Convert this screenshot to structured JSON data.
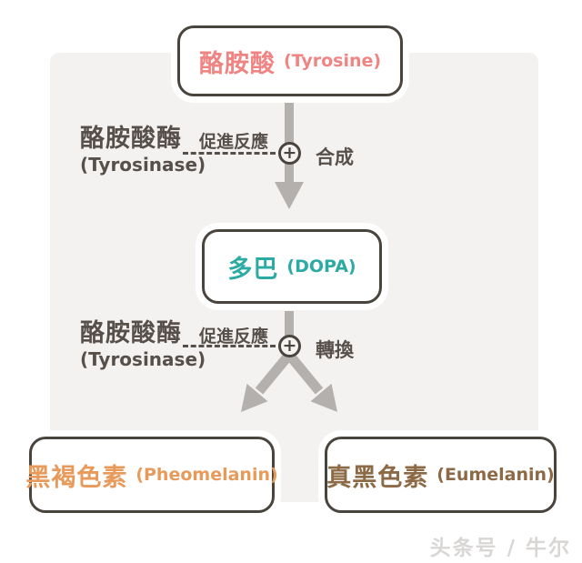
{
  "diagram_title": "Tyrosine to melanin synthesis pathway",
  "nodes": {
    "tyrosine": {
      "zh": "酪胺酸",
      "en": "(Tyrosine)",
      "text_color": "#f08482"
    },
    "dopa": {
      "zh": "多巴",
      "en": "(DOPA)",
      "text_color": "#2caaa4"
    },
    "pheomelanin": {
      "zh": "黑褐色素",
      "en": "(Pheomelanin)",
      "text_color": "#e89a5b"
    },
    "eumelanin": {
      "zh": "真黑色素",
      "en": "(Eumelanin)",
      "text_color": "#8d6a46"
    }
  },
  "reactions": {
    "r1": {
      "enzyme_zh": "酪胺酸酶",
      "enzyme_en": "(Tyrosinase)",
      "promote": "促進反應",
      "plus": "+",
      "action": "合成"
    },
    "r2": {
      "enzyme_zh": "酪胺酸酶",
      "enzyme_en": "(Tyrosinase)",
      "promote": "促進反應",
      "plus": "+",
      "action": "轉換"
    }
  },
  "watermark": {
    "text": "头条号 / 牛尔"
  },
  "colors": {
    "panel_bg": "#f4f2f1",
    "box_border": "#4a443e",
    "dark_text": "#57504a",
    "arrow_gray": "#b3b0ae",
    "watermark_gray": "#d9d7d5",
    "page_bg": "#ffffff"
  }
}
